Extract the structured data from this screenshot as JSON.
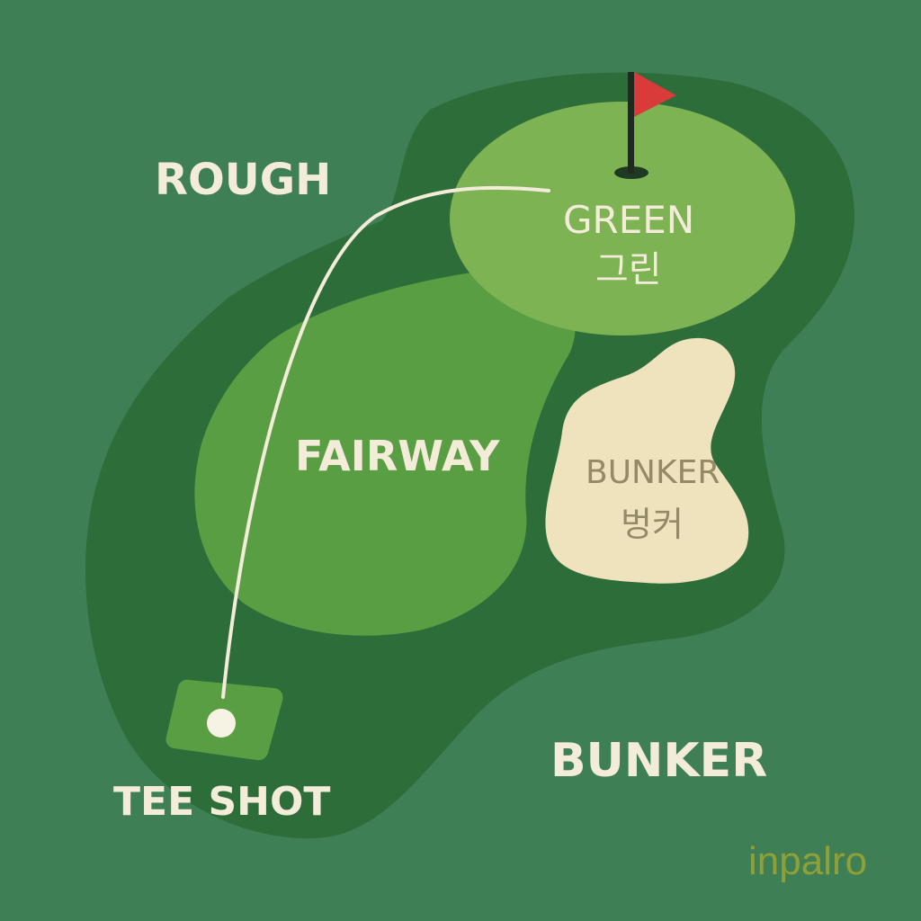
{
  "labels": {
    "rough": "ROUGH",
    "fairway": "FAIRWAY",
    "green_en": "GREEN",
    "green_ko": "그린",
    "bunker_en": "BUNKER",
    "bunker_ko": "벙커",
    "tee_shot": "TEE SHOT",
    "bunker_large": "BUNKER",
    "brand": "inpalro"
  },
  "icons": [
    "flag-icon",
    "golf-ball-icon"
  ],
  "colors": {
    "background": "#3f7f55",
    "rough": "#2d6d3a",
    "fairway": "#5a9e44",
    "green": "#7db353",
    "bunker": "#efe3bd",
    "flag": "#d93a3a",
    "label": "#f3ecd8",
    "bunker_label": "#948a66",
    "brand": "#8fa036"
  }
}
